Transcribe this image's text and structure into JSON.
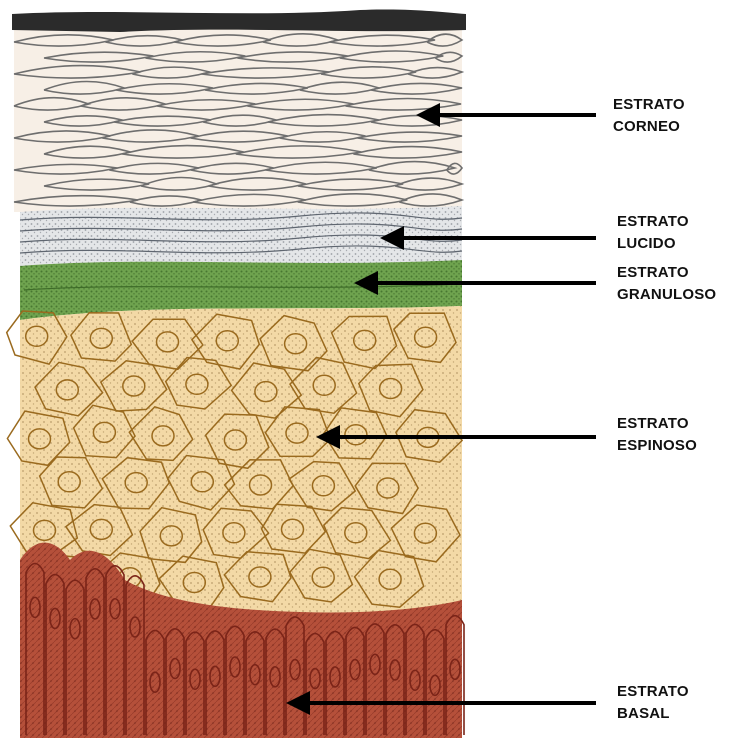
{
  "figure": {
    "layers": [
      {
        "id": "corneo",
        "lines": [
          "ESTRATO",
          "CORNEO"
        ]
      },
      {
        "id": "lucido",
        "lines": [
          "ESTRATO",
          "LUCIDO"
        ]
      },
      {
        "id": "granuloso",
        "lines": [
          "ESTRATO",
          "GRANULOSO"
        ]
      },
      {
        "id": "espinoso",
        "lines": [
          "ESTRATO",
          "ESPINOSO"
        ]
      },
      {
        "id": "basal",
        "lines": [
          "ESTRATO",
          "BASAL"
        ]
      }
    ],
    "colors": {
      "corneo": "#f7efe6",
      "lucido": "#e4e6e8",
      "granuloso": "#6fa34f",
      "espinoso": "#f3d9a6",
      "espinoso_lines": "#9a6a1e",
      "basal": "#b5503a",
      "basal_lines": "#7b2418",
      "arrow": "#000000"
    }
  }
}
